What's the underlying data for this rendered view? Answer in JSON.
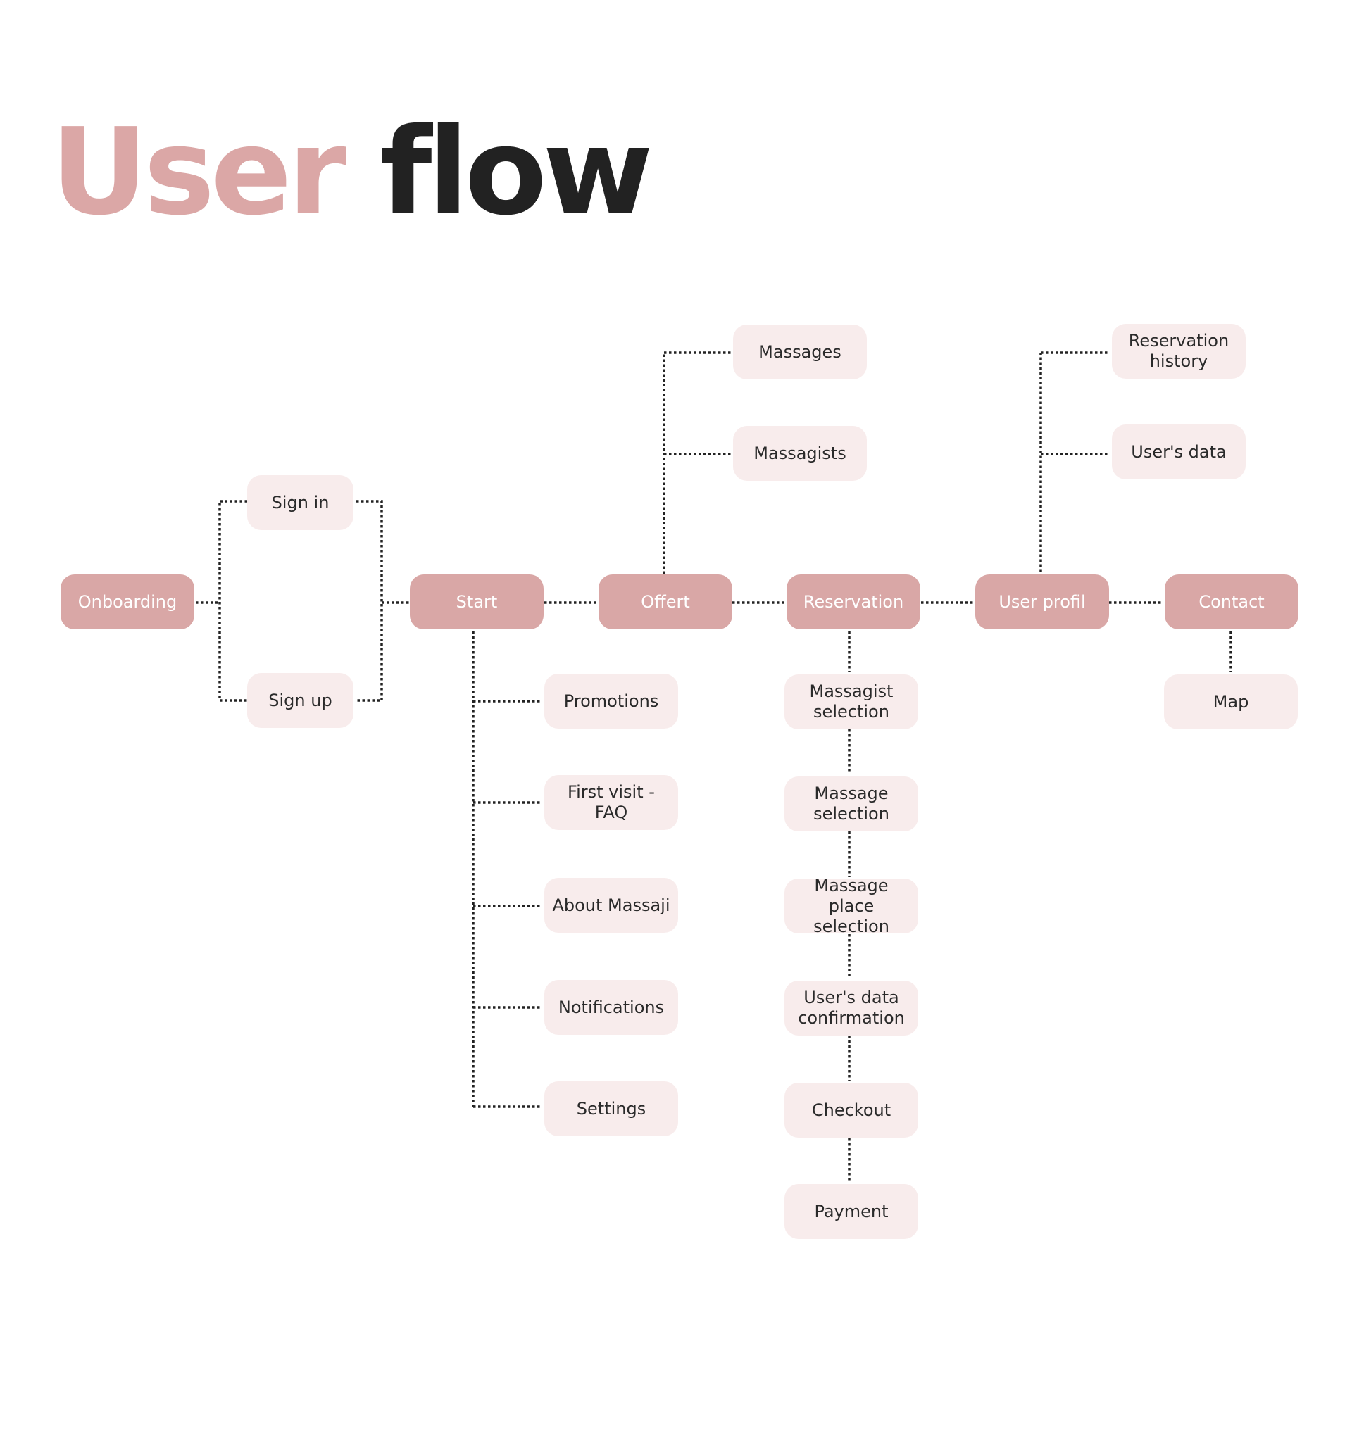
{
  "title": {
    "accent": "User",
    "rest": "flow"
  },
  "colors": {
    "primary_node": "#d9a7a6",
    "secondary_node": "#f8ecec",
    "title_accent": "#dba7a6",
    "title_dark": "#222222",
    "connector": "#222222"
  },
  "nodes": {
    "onboarding": "Onboarding",
    "sign_in": "Sign in",
    "sign_up": "Sign up",
    "start": "Start",
    "promotions": "Promotions",
    "first_visit_faq": "First visit - FAQ",
    "about": "About Massaji",
    "notifications": "Notifications",
    "settings": "Settings",
    "offert": "Offert",
    "massages": "Massages",
    "massagists": "Massagists",
    "reservation": "Reservation",
    "massagist_selection": "Massagist\nselection",
    "massage_selection": "Massage\nselection",
    "place_selection": "Massage place\nselection",
    "data_confirmation": "User's data\nconfirmation",
    "checkout": "Checkout",
    "payment": "Payment",
    "user_profil": "User profil",
    "reservation_history": "Reservation\nhistory",
    "users_data": "User's data",
    "contact": "Contact",
    "map": "Map"
  }
}
